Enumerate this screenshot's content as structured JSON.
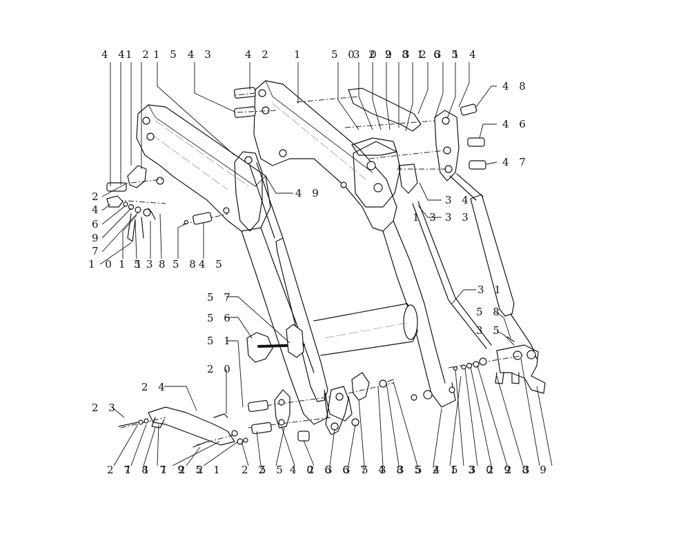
{
  "labels": {
    "top": [
      "4 4",
      "1 2",
      "1 5",
      "4 3",
      "4 2",
      "1",
      "5 0",
      "3 0",
      "2 9",
      "2 8",
      "3 2",
      "1 6",
      "3 5",
      "1 4"
    ],
    "right": [
      "4 8",
      "4 6",
      "4 7",
      "4 9",
      "3 4",
      "1 3",
      "3 3",
      "3 1",
      "5 8",
      "3 5"
    ],
    "left_cluster": [
      "2",
      "4",
      "6",
      "9",
      "7",
      "1 0",
      "1 1",
      "5",
      "3",
      "8",
      "5 8",
      "4 5"
    ],
    "middle": [
      "5 7",
      "5 6",
      "5 1",
      "2 0",
      "2 4",
      "2 3"
    ],
    "bottom": [
      "2 7",
      "1 8",
      "1 7",
      "1 9",
      "2 5",
      "2 1",
      "2 2",
      "5 5",
      "4 0",
      "2 6",
      "3 6",
      "3 7",
      "5 4",
      "3 8",
      "3 5",
      "5 2",
      "4 1",
      "5 3",
      "3 0",
      "2 9",
      "2 8",
      "3 9"
    ]
  }
}
